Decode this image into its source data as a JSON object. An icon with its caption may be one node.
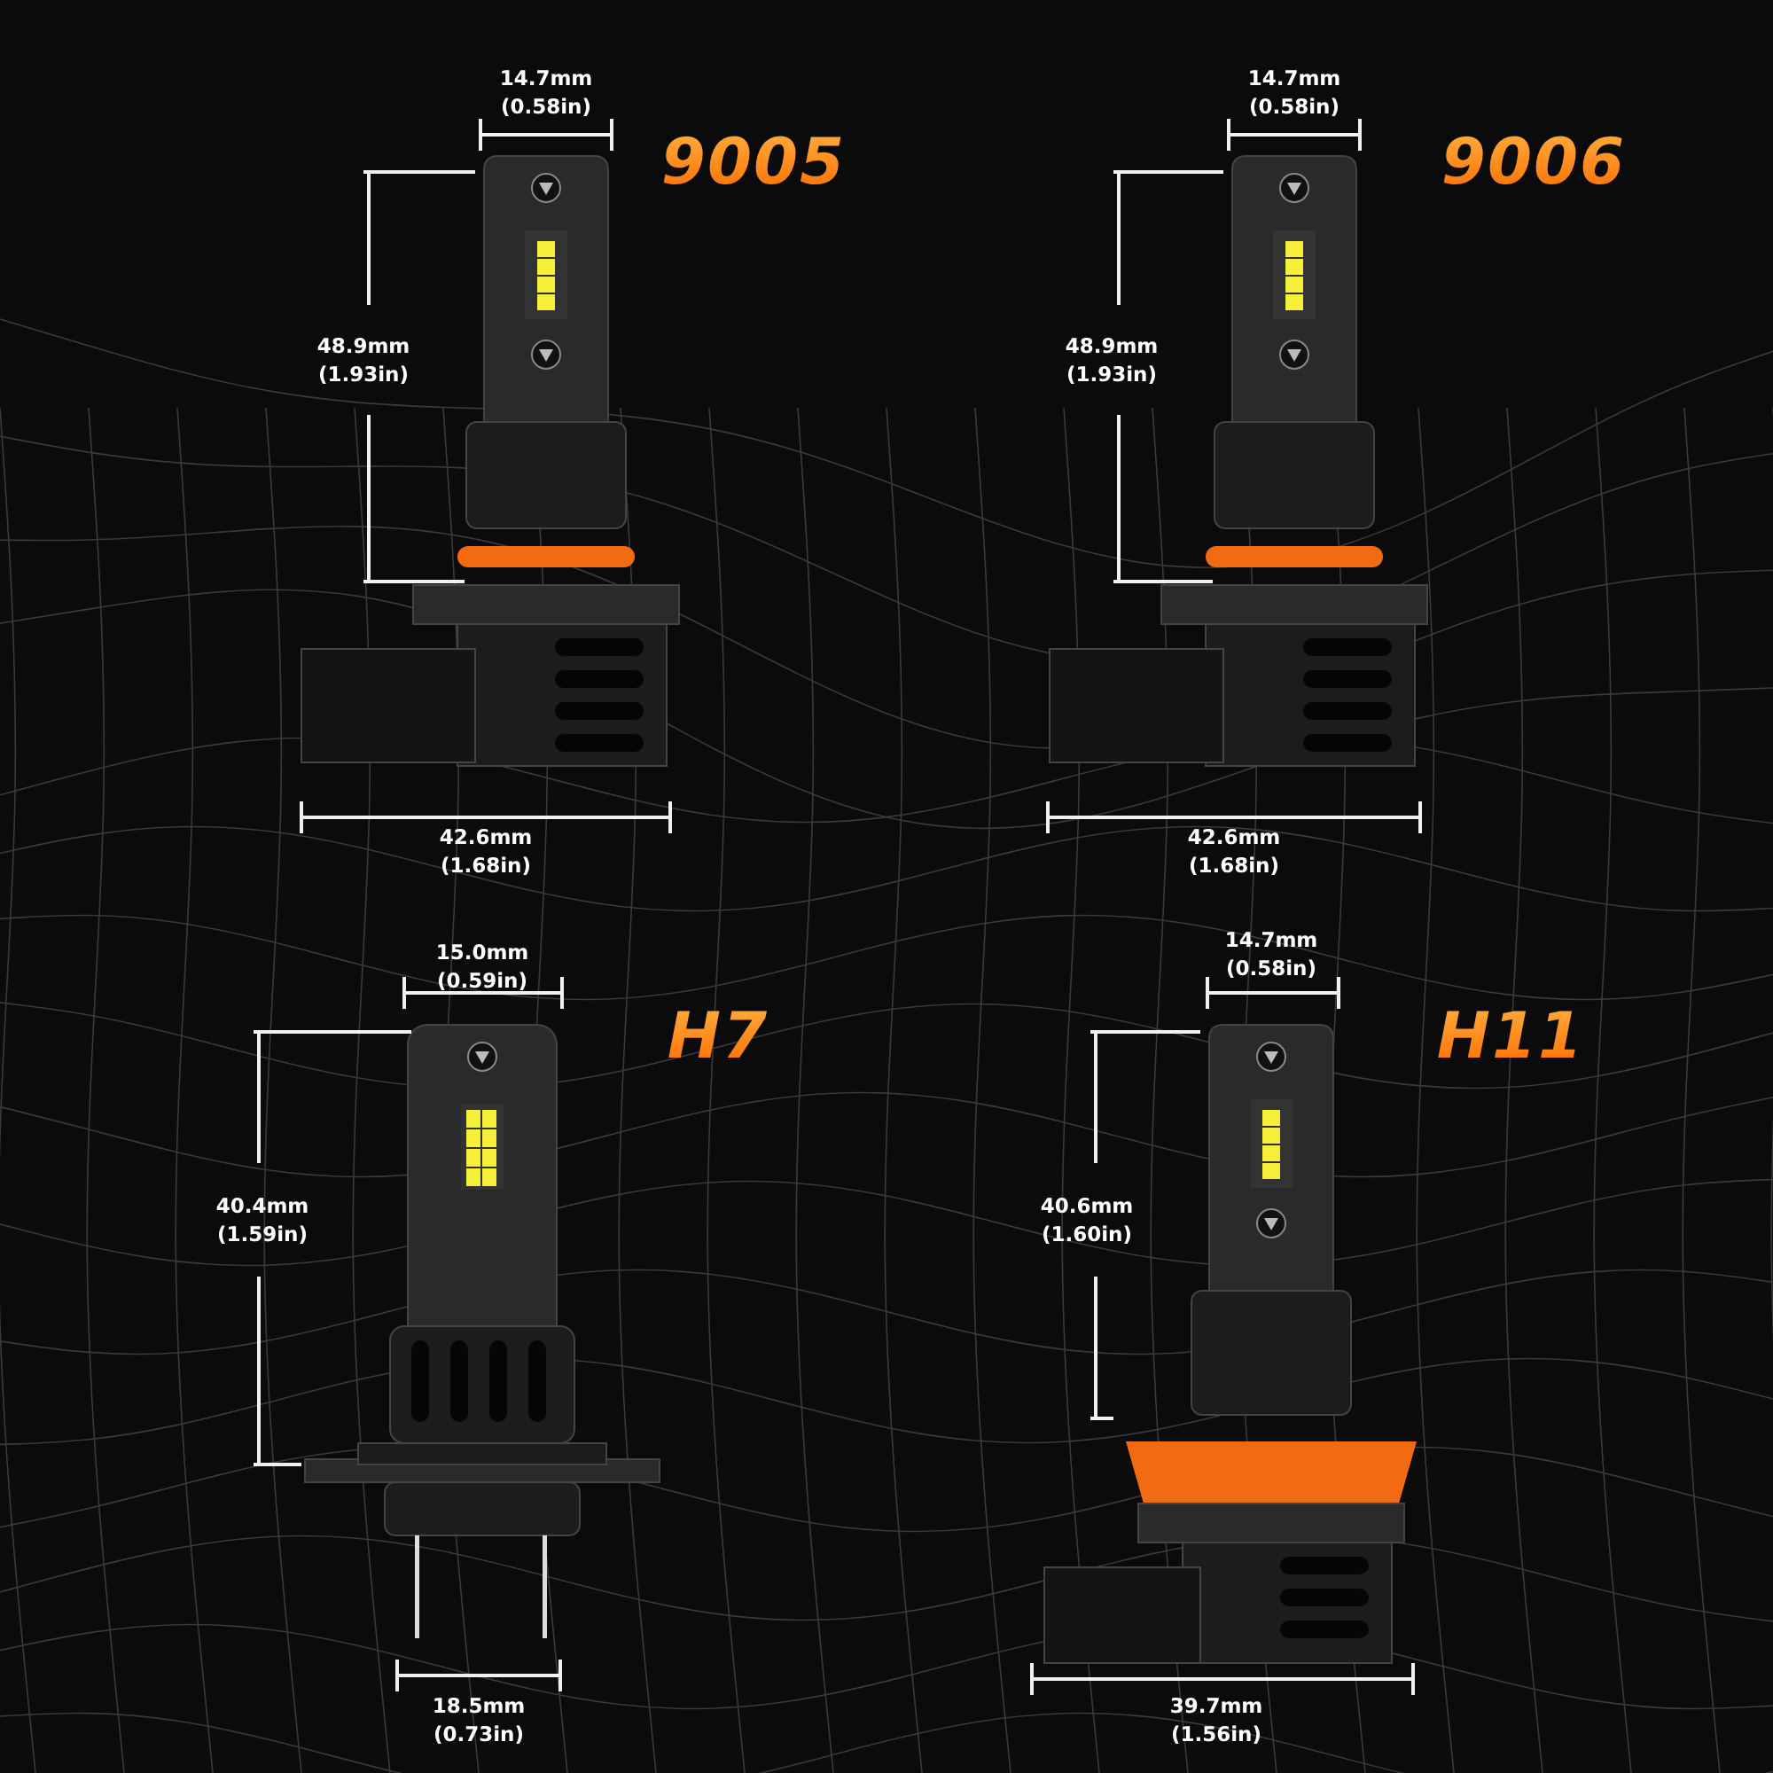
{
  "diagram": {
    "labels": [
      "14.7mm (0.58in)",
      "9005",
      "48.9mm (1.93in)",
      "42.6mm (1.68in)",
      "14.7mm (0.58in)",
      "9006",
      "48.9mm (1.93in)",
      "42.6mm (1.68in)",
      "15.0mm (0.59in)",
      "H7",
      "40.4mm (1.59in)",
      "18.5mm (0.73in)",
      "14.7mm (0.58in)",
      "H11",
      "40.6mm (1.60in)",
      "39.7mm (1.56in)"
    ]
  }
}
